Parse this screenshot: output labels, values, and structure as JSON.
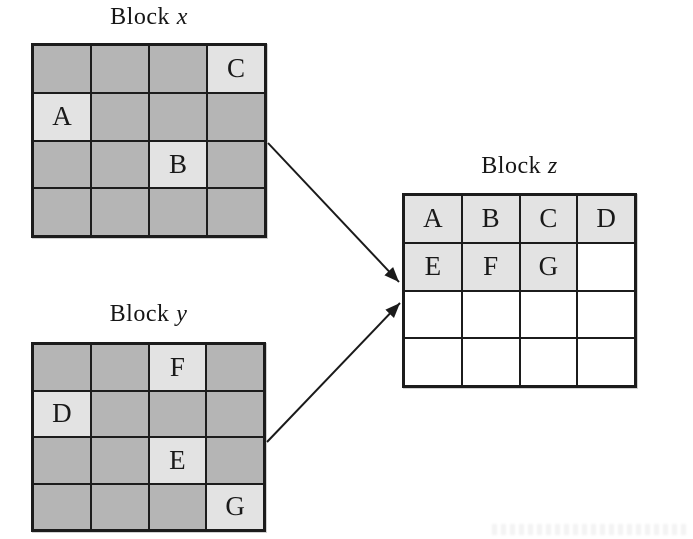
{
  "page": {
    "background": "#ffffff"
  },
  "colors": {
    "cell_dark": "#b5b5b5",
    "cell_light": "#e3e3e3",
    "cell_empty": "#ffffff",
    "grid_border": "#1c1c1c",
    "title_text": "#161616",
    "letter_text": "#191919",
    "arrow": "#1a1a1a"
  },
  "blocks": [
    {
      "id": "x",
      "kind": "source",
      "title_word": "Block",
      "title_var": "x",
      "cells": [
        [
          "",
          "",
          "",
          "C"
        ],
        [
          "A",
          "",
          "",
          ""
        ],
        [
          "",
          "",
          "B",
          ""
        ],
        [
          "",
          "",
          "",
          ""
        ]
      ]
    },
    {
      "id": "y",
      "kind": "source",
      "title_word": "Block",
      "title_var": "y",
      "cells": [
        [
          "",
          "",
          "F",
          ""
        ],
        [
          "D",
          "",
          "",
          ""
        ],
        [
          "",
          "",
          "E",
          ""
        ],
        [
          "",
          "",
          "",
          "G"
        ]
      ]
    },
    {
      "id": "z",
      "kind": "target",
      "title_word": "Block",
      "title_var": "z",
      "cells": [
        [
          "A",
          "B",
          "C",
          "D"
        ],
        [
          "E",
          "F",
          "G",
          ""
        ],
        [
          "",
          "",
          "",
          ""
        ],
        [
          "",
          "",
          "",
          ""
        ]
      ]
    }
  ],
  "arrows": [
    {
      "from": "block-x",
      "to": "block-z"
    },
    {
      "from": "block-y",
      "to": "block-z"
    }
  ]
}
